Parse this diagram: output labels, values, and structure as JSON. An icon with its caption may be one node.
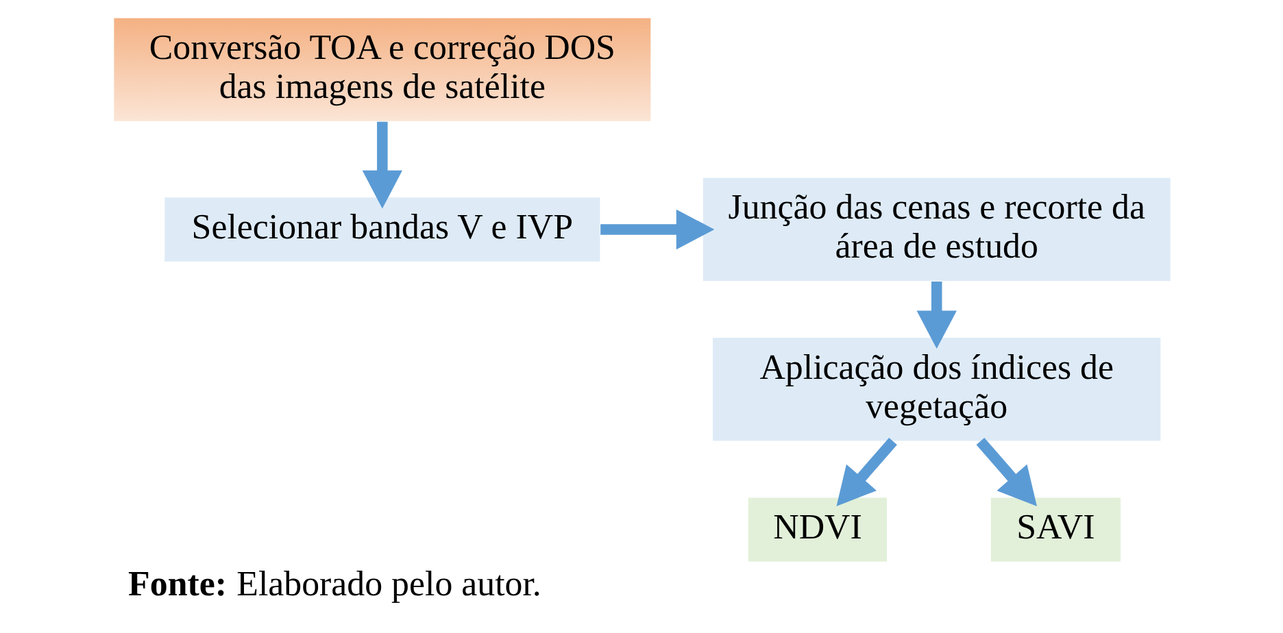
{
  "diagram": {
    "caption": "**Fonte:** Elaborado pelo autor.",
    "nodes": [
      {
        "text": [
          "Conversão TOA e correção DOS das imagens de satélite"
        ]
      },
      {
        "text": [
          "Selecionar bandas V e IVP"
        ]
      },
      {
        "text": [
          "Junção das cenas e recorte da área de estudo"
        ]
      },
      {
        "text": [
          "Aplicação dos índices de vegetação"
        ]
      },
      {
        "text": [
          "NDVI"
        ]
      },
      {
        "text": [
          "SAVI"
        ]
      }
    ],
    "edges": [
      {
        "from": 0,
        "to": 1,
        "arrow": "to"
      },
      {
        "from": 1,
        "to": 2,
        "arrow": "to"
      },
      {
        "from": 2,
        "to": 3,
        "arrow": "to"
      },
      {
        "from": 3,
        "to": 4,
        "arrow": "to"
      },
      {
        "from": 3,
        "to": 5,
        "arrow": "to"
      }
    ]
  }
}
